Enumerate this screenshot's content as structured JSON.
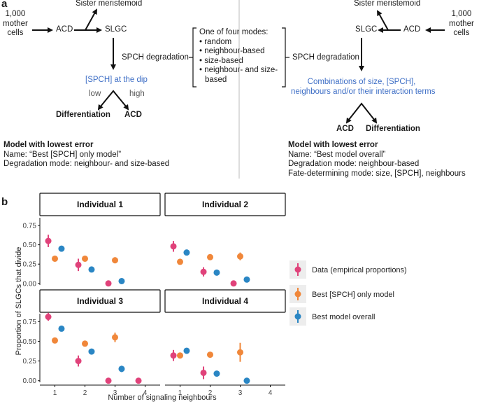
{
  "panel_a": {
    "letter": "a",
    "left": {
      "mother_cells": [
        "1,000",
        "mother",
        "cells"
      ],
      "acd": "ACD",
      "sister": "Sister meristemoid",
      "slgc": "SLGC",
      "spch_degradation": "SPCH degradation",
      "spch_dip": "[SPCH] at the dip",
      "low": "low",
      "high": "high",
      "differentiation": "Differentiation",
      "acd_out": "ACD",
      "model_title": "Model with lowest error",
      "model_name": "Name: “Best [SPCH] only model”",
      "model_mode": "Degradation mode: neighbour- and size-based"
    },
    "center": {
      "title": "One of four modes:",
      "items": [
        "• random",
        "• neighbour-based",
        "• size-based",
        "• neighbour- and size-",
        "based"
      ]
    },
    "right": {
      "mother_cells": [
        "1,000",
        "mother",
        "cells"
      ],
      "acd": "ACD",
      "sister": "Sister meristemoid",
      "slgc": "SLGC",
      "spch_degradation": "SPCH degradation",
      "combos": [
        "Combinations of size, [SPCH],",
        "neighbours and/or their interaction terms"
      ],
      "acd_out": "ACD",
      "differentiation": "Differentiation",
      "model_title": "Model with lowest error",
      "model_name": "Name: “Best model overall”",
      "model_mode": "Degradation mode: neighbour-based",
      "model_fate": "Fate-determining mode: size, [SPCH], neighbours"
    }
  },
  "panel_b": {
    "letter": "b"
  },
  "colors": {
    "data": "#e0427a",
    "spch": "#f0873a",
    "overall": "#2a86c4",
    "blue_text": "#3f6fc6"
  },
  "chart_data": {
    "type": "scatter",
    "xlabel": "Number of signaling neighbours",
    "ylabel": "Proportion of SLGCs that divide",
    "xlim": [
      0.5,
      4.5
    ],
    "ylim": [
      -0.02,
      0.85
    ],
    "x_ticks": [
      "1",
      "2",
      "3",
      "4"
    ],
    "y_ticks": [
      "0.00",
      "0.25",
      "0.50",
      "0.75"
    ],
    "y_tick_values": [
      0,
      0.25,
      0.5,
      0.75
    ],
    "legend": [
      "Data (empirical proportions)",
      "Best [SPCH] only model",
      "Best model overall"
    ],
    "facets": [
      {
        "title": "Individual 1",
        "series": [
          {
            "name": "Data (empirical proportions)",
            "x": [
              1,
              2,
              3
            ],
            "y": [
              0.55,
              0.24,
              0.0
            ],
            "err": [
              0.08,
              0.08,
              0.02
            ]
          },
          {
            "name": "Best [SPCH] only model",
            "x": [
              1,
              2,
              3
            ],
            "y": [
              0.32,
              0.32,
              0.3
            ],
            "err": [
              0.0,
              0.03,
              0.04
            ]
          },
          {
            "name": "Best model overall",
            "x": [
              1,
              2,
              3
            ],
            "y": [
              0.45,
              0.18,
              0.03
            ],
            "err": [
              0.0,
              0.0,
              0.0
            ]
          }
        ]
      },
      {
        "title": "Individual 2",
        "series": [
          {
            "name": "Data (empirical proportions)",
            "x": [
              1,
              2,
              3
            ],
            "y": [
              0.48,
              0.15,
              0.0
            ],
            "err": [
              0.07,
              0.06,
              0.02
            ]
          },
          {
            "name": "Best [SPCH] only model",
            "x": [
              1,
              2,
              3
            ],
            "y": [
              0.28,
              0.34,
              0.35
            ],
            "err": [
              0.0,
              0.0,
              0.05
            ]
          },
          {
            "name": "Best model overall",
            "x": [
              1,
              2,
              3
            ],
            "y": [
              0.4,
              0.14,
              0.05
            ],
            "err": [
              0.0,
              0.0,
              0.0
            ]
          }
        ]
      },
      {
        "title": "Individual 3",
        "series": [
          {
            "name": "Data (empirical proportions)",
            "x": [
              1,
              2,
              3,
              4
            ],
            "y": [
              0.81,
              0.25,
              0.0,
              0.0
            ],
            "err": [
              0.05,
              0.07,
              0.02,
              0.02
            ]
          },
          {
            "name": "Best [SPCH] only model",
            "x": [
              1,
              2,
              3
            ],
            "y": [
              0.51,
              0.47,
              0.55
            ],
            "err": [
              0.0,
              0.0,
              0.06
            ]
          },
          {
            "name": "Best model overall",
            "x": [
              1,
              2,
              3
            ],
            "y": [
              0.66,
              0.37,
              0.15
            ],
            "err": [
              0.0,
              0.0,
              0.04
            ]
          }
        ]
      },
      {
        "title": "Individual 4",
        "series": [
          {
            "name": "Data (empirical proportions)",
            "x": [
              1,
              2
            ],
            "y": [
              0.32,
              0.1
            ],
            "err": [
              0.07,
              0.08
            ]
          },
          {
            "name": "Best [SPCH] only model",
            "x": [
              1,
              2,
              3
            ],
            "y": [
              0.32,
              0.33,
              0.36
            ],
            "err": [
              0.0,
              0.0,
              0.12
            ]
          },
          {
            "name": "Best model overall",
            "x": [
              1,
              2,
              3
            ],
            "y": [
              0.38,
              0.09,
              0.0
            ],
            "err": [
              0.0,
              0.0,
              0.0
            ]
          }
        ]
      }
    ]
  }
}
